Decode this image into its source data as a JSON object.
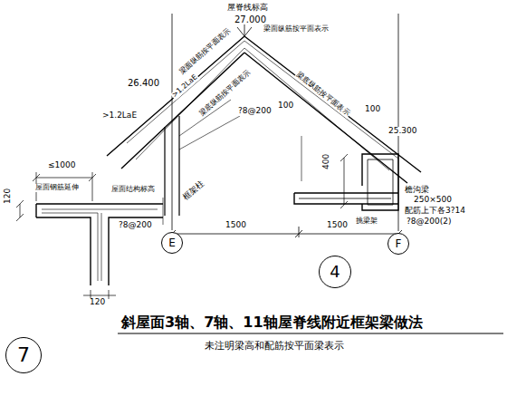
{
  "diagram": {
    "title": "斜屋面3轴、7轴、11轴屋脊线附近框架梁做法",
    "caption": "未注明梁高和配筋按平面梁表示",
    "nodes": [
      {
        "text": [
          "E"
        ]
      },
      {
        "text": [
          "F"
        ]
      },
      {
        "text": [
          "4"
        ]
      },
      {
        "text": [
          "7"
        ]
      }
    ],
    "labels": [
      "屋脊线标高",
      "27.000",
      "梁面纵筋按平面表示",
      "梁面纵筋按平面表示",
      "26.400",
      ">1.2LaE",
      ">1.2LaE",
      "梁底纵筋按平面表示",
      "100",
      "?8@200",
      "梁底纵筋按平面表示",
      "100",
      "25.300",
      "400",
      "1500",
      "挑梁架",
      "檐沟梁",
      "250×500",
      "配筋上下各3?14",
      "?8@200(2)",
      "≤1000",
      "屋面钢筋延伸",
      "120",
      "屋面结构标高",
      "?8@200",
      "框架柱",
      "1500",
      "120"
    ]
  }
}
